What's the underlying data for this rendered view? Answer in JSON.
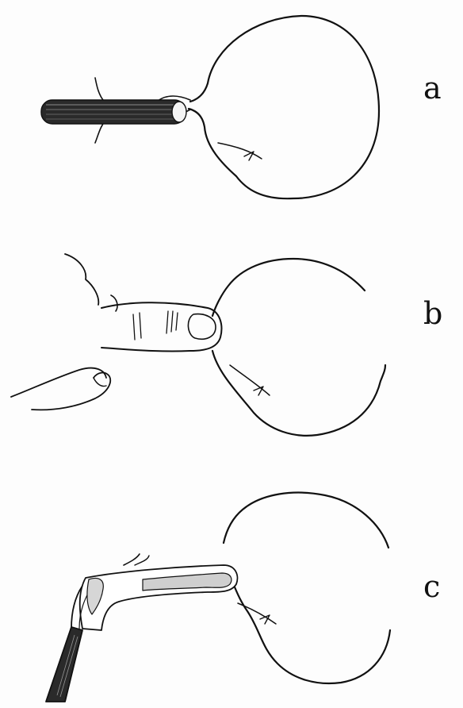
{
  "panels": [
    {
      "label": "a"
    },
    {
      "label": "b"
    },
    {
      "label": "c"
    }
  ],
  "colors": {
    "ink": "#111111",
    "paper": "#fdfdfd"
  }
}
